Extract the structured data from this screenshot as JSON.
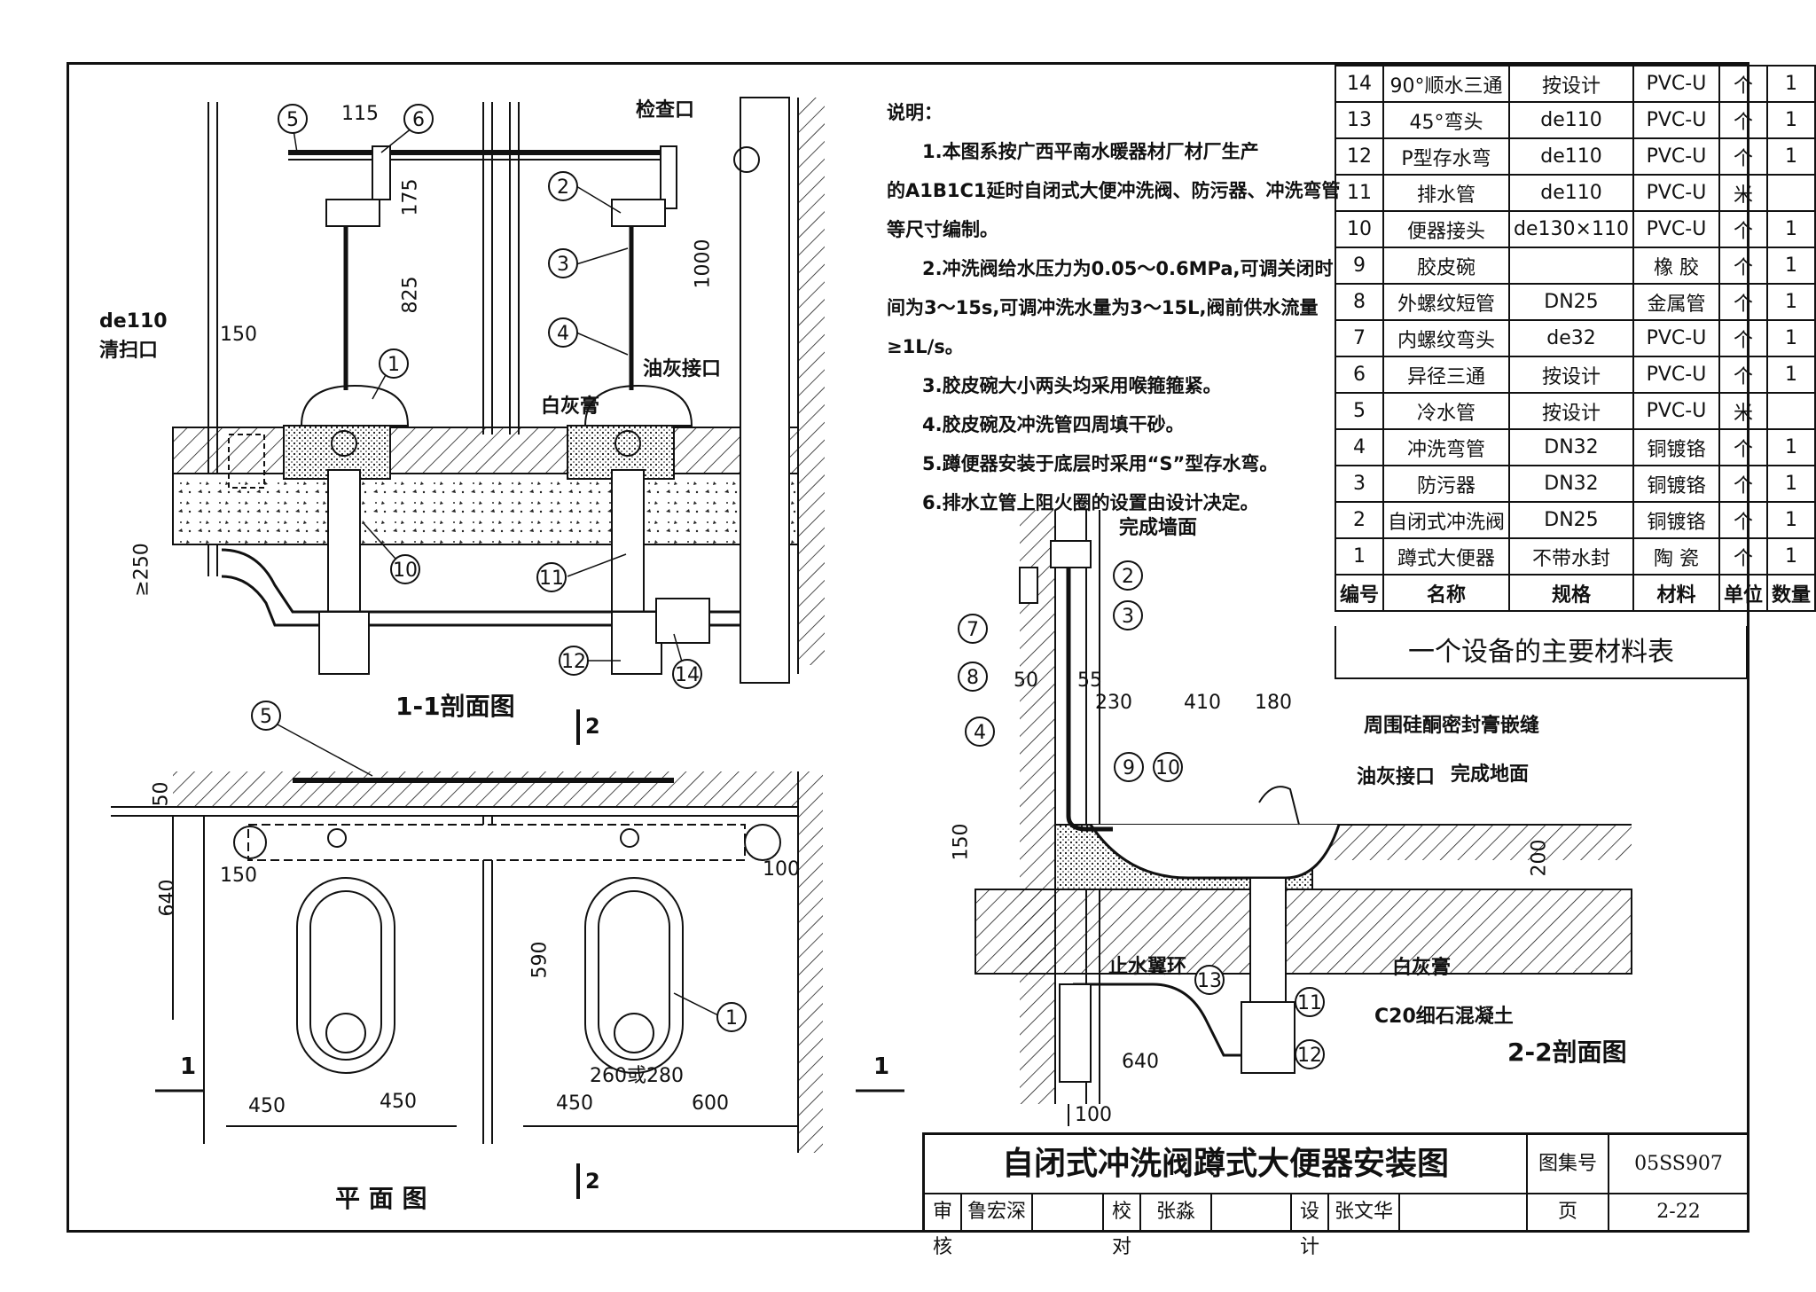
{
  "notes": {
    "heading": "说明：",
    "lines": [
      "1.本图系按广西平南水暖器材厂材厂生产",
      "的A1B1C1延时自闭式大便冲洗阀、防污器、冲洗弯管",
      "等尺寸编制。",
      "2.冲洗阀给水压力为0.05～0.6MPa,可调关闭时",
      "间为3～15s,可调冲洗水量为3～15L,阀前供水流量",
      "≥1L/s。",
      "3.胶皮碗大小两头均采用喉箍箍紧。",
      "4.胶皮碗及冲洗管四周填干砂。",
      "5.蹲便器安装于底层时采用“S”型存水弯。",
      "6.排水立管上阻火圈的设置由设计决定。"
    ]
  },
  "bom": {
    "rows": [
      [
        "14",
        "90°顺水三通",
        "按设计",
        "PVC-U",
        "个",
        "1"
      ],
      [
        "13",
        "45°弯头",
        "de110",
        "PVC-U",
        "个",
        "1"
      ],
      [
        "12",
        "P型存水弯",
        "de110",
        "PVC-U",
        "个",
        "1"
      ],
      [
        "11",
        "排水管",
        "de110",
        "PVC-U",
        "米",
        ""
      ],
      [
        "10",
        "便器接头",
        "de130×110",
        "PVC-U",
        "个",
        "1"
      ],
      [
        "9",
        "胶皮碗",
        "",
        "橡 胶",
        "个",
        "1"
      ],
      [
        "8",
        "外螺纹短管",
        "DN25",
        "金属管",
        "个",
        "1"
      ],
      [
        "7",
        "内螺纹弯头",
        "de32",
        "PVC-U",
        "个",
        "1"
      ],
      [
        "6",
        "异径三通",
        "按设计",
        "PVC-U",
        "个",
        "1"
      ],
      [
        "5",
        "冷水管",
        "按设计",
        "PVC-U",
        "米",
        ""
      ],
      [
        "4",
        "冲洗弯管",
        "DN32",
        "铜镀铬",
        "个",
        "1"
      ],
      [
        "3",
        "防污器",
        "DN32",
        "铜镀铬",
        "个",
        "1"
      ],
      [
        "2",
        "自闭式冲洗阀",
        "DN25",
        "铜镀铬",
        "个",
        "1"
      ],
      [
        "1",
        "蹲式大便器",
        "不带水封",
        "陶 瓷",
        "个",
        "1"
      ]
    ],
    "header": [
      "编号",
      "名称",
      "规格",
      "材料",
      "单位",
      "数量"
    ],
    "caption": "一个设备的主要材料表"
  },
  "section11": {
    "title": "1-1剖面图",
    "cut": "2",
    "labels": {
      "dim115": "115",
      "dim175": "175",
      "dim825": "825",
      "dim1000": "1000",
      "dim150": "150",
      "dim250": "≥250",
      "cleanout": "de110\n清扫口",
      "cleanout_a": "de110",
      "cleanout_b": "清扫口",
      "inspect": "检查口",
      "putty": "白灰膏",
      "oil_joint": "油灰接口"
    },
    "callouts": [
      "5",
      "6",
      "2",
      "3",
      "4",
      "1",
      "10",
      "11",
      "12",
      "14"
    ]
  },
  "plan": {
    "title": "平 面 图",
    "cut2": "2",
    "cut1": "1",
    "labels": {
      "dim50": "50",
      "dim640": "640",
      "dim150": "150",
      "dim590": "590",
      "dim100": "100",
      "dim450a": "450",
      "dim450b": "450",
      "dim450c": "450",
      "dim600": "600",
      "dim260": "260或280"
    },
    "callouts": [
      "5",
      "1"
    ]
  },
  "section22": {
    "title": "2-2剖面图",
    "labels": {
      "wall": "完成墙面",
      "dim50": "50",
      "dim55": "55",
      "dim230": "230",
      "dim410": "410",
      "dim180": "180",
      "seal": "周围硅酮密封膏嵌缝",
      "oil_joint": "油灰接口",
      "floor": "完成地面",
      "dim150": "150",
      "dim200": "200",
      "ring": "止水翼环",
      "putty": "白灰膏",
      "concrete": "C20细石混凝土",
      "dim640": "640",
      "dim100": "100"
    },
    "callouts": [
      "2",
      "3",
      "7",
      "8",
      "4",
      "9",
      "10",
      "13",
      "11",
      "12"
    ]
  },
  "titleblock": {
    "title": "自闭式冲洗阀蹲式大便器安装图",
    "atlas_label": "图集号",
    "atlas_no": "05SS907",
    "review": "审核",
    "reviewer": "鲁宏深",
    "check": "校对",
    "checker": "张淼",
    "design": "设计",
    "designer": "张文华",
    "page_label": "页",
    "page_no": "2-22"
  }
}
